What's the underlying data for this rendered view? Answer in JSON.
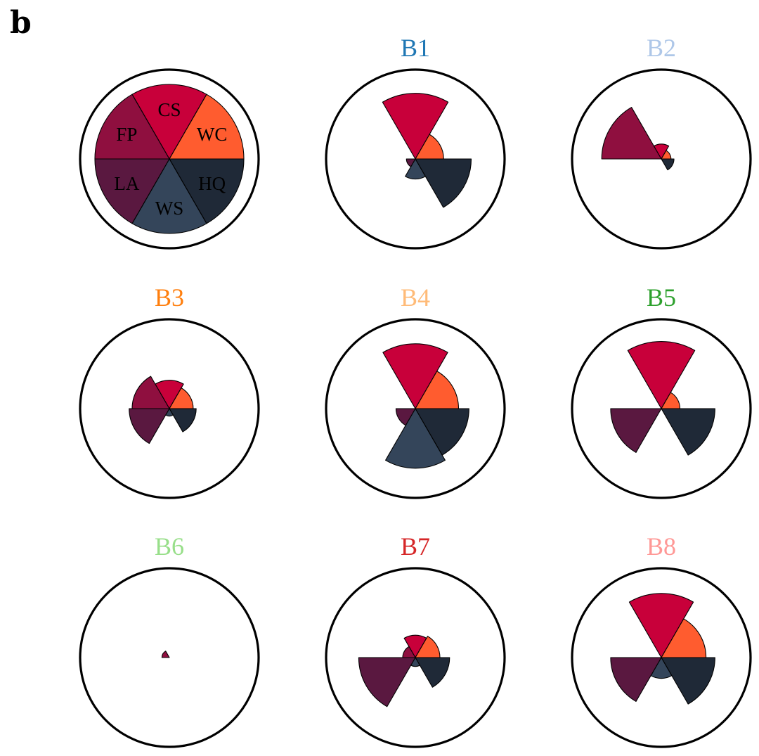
{
  "panel_letter": "b",
  "chart_data": {
    "type": "polar-area",
    "segment_order": [
      "CS",
      "WC",
      "HQ",
      "WS",
      "LA",
      "FP"
    ],
    "segment_colors": {
      "CS": "#c8003a",
      "WC": "#ff5c2f",
      "HQ": "#1f2937",
      "WS": "#34455a",
      "LA": "#5a1840",
      "FP": "#8f0f3f"
    },
    "outline_color": "#000000",
    "legend": {
      "labels": [
        "CS",
        "WC",
        "HQ",
        "WS",
        "LA",
        "FP"
      ],
      "value": 1.0
    },
    "value_range": [
      0,
      1.1
    ],
    "charts": [
      {
        "name": "B1",
        "title_color": "#1f77b4",
        "values": {
          "CS": 0.88,
          "WC": 0.38,
          "HQ": 0.75,
          "WS": 0.27,
          "LA": 0.12,
          "FP": 0.0
        }
      },
      {
        "name": "B2",
        "title_color": "#aec7e8",
        "values": {
          "CS": 0.2,
          "WC": 0.13,
          "HQ": 0.17,
          "WS": 0.0,
          "LA": 0.0,
          "FP": 0.8
        }
      },
      {
        "name": "B3",
        "title_color": "#ff7f0e",
        "values": {
          "CS": 0.38,
          "WC": 0.32,
          "HQ": 0.36,
          "WS": 0.1,
          "LA": 0.54,
          "FP": 0.5
        }
      },
      {
        "name": "B4",
        "title_color": "#ffbb78",
        "values": {
          "CS": 0.87,
          "WC": 0.58,
          "HQ": 0.72,
          "WS": 0.8,
          "LA": 0.26,
          "FP": 0.0
        }
      },
      {
        "name": "B5",
        "title_color": "#2ca02c",
        "values": {
          "CS": 0.9,
          "WC": 0.25,
          "HQ": 0.72,
          "WS": 0.0,
          "LA": 0.68,
          "FP": 0.0
        }
      },
      {
        "name": "B6",
        "title_color": "#98df8a",
        "values": {
          "CS": 0.0,
          "WC": 0.0,
          "HQ": 0.0,
          "WS": 0.0,
          "LA": 0.0,
          "FP": 0.1
        }
      },
      {
        "name": "B7",
        "title_color": "#d62728",
        "values": {
          "CS": 0.3,
          "WC": 0.33,
          "HQ": 0.46,
          "WS": 0.12,
          "LA": 0.76,
          "FP": 0.17
        }
      },
      {
        "name": "B8",
        "title_color": "#ff9896",
        "values": {
          "CS": 0.86,
          "WC": 0.6,
          "HQ": 0.72,
          "WS": 0.28,
          "LA": 0.68,
          "FP": 0.0
        }
      }
    ]
  }
}
